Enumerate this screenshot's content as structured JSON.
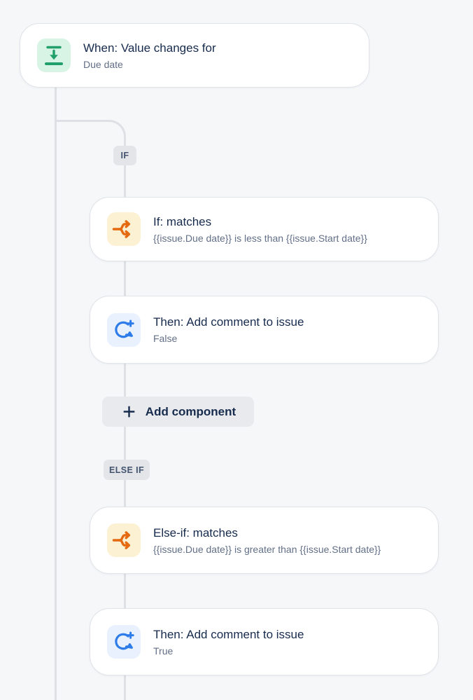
{
  "canvas": {
    "background": "#F6F7F9"
  },
  "colors": {
    "card_background": "#FFFFFF",
    "card_border": "#E0E3E8",
    "connector_line": "#DDE0E5",
    "title_text": "#172B4D",
    "subtitle_text": "#626F86",
    "badge_background": "#E3E5E9",
    "badge_text": "#44546F",
    "trigger_icon_background": "#D8F4E5",
    "trigger_icon_color": "#22A06B",
    "condition_icon_background": "#FCF2D3",
    "condition_icon_color": "#E56910",
    "action_icon_background": "#E8F1FD",
    "action_icon_color": "#2E7CE9",
    "add_button_background": "#E8EAEE"
  },
  "badges": {
    "if_label": "IF",
    "else_if_label": "ELSE IF"
  },
  "cards": {
    "trigger": {
      "title": "When: Value changes for",
      "subtitle": "Due date",
      "icon": "value-changes-icon"
    },
    "if_condition": {
      "title": "If: matches",
      "subtitle": "{{issue.Due date}} is less than {{issue.Start date}}",
      "icon": "branch-condition-icon"
    },
    "then_false": {
      "title": "Then: Add comment to issue",
      "subtitle": "False",
      "icon": "add-comment-icon"
    },
    "else_if_condition": {
      "title": "Else-if: matches",
      "subtitle": "{{issue.Due date}} is greater than {{issue.Start date}}",
      "icon": "branch-condition-icon"
    },
    "then_true": {
      "title": "Then: Add comment to issue",
      "subtitle": "True",
      "icon": "add-comment-icon"
    }
  },
  "add_component_button": {
    "label": "Add component",
    "icon": "plus-icon"
  }
}
